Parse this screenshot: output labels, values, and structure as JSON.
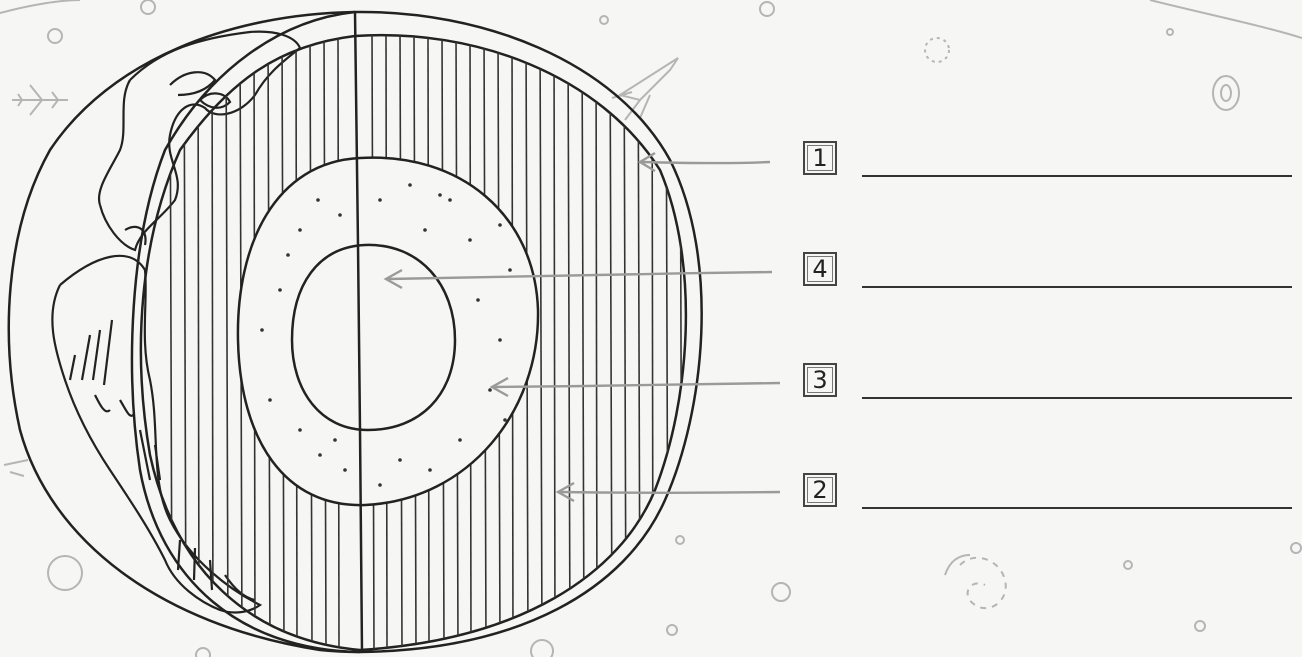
{
  "diagram": {
    "labels": [
      {
        "id": "crust",
        "number": "1"
      },
      {
        "id": "inner-core",
        "number": "4"
      },
      {
        "id": "outer-core",
        "number": "3"
      },
      {
        "id": "mantle",
        "number": "2"
      }
    ]
  },
  "colors": {
    "ink": "#222222",
    "arrow": "#9a9a9a",
    "paper": "#f6f6f4"
  }
}
